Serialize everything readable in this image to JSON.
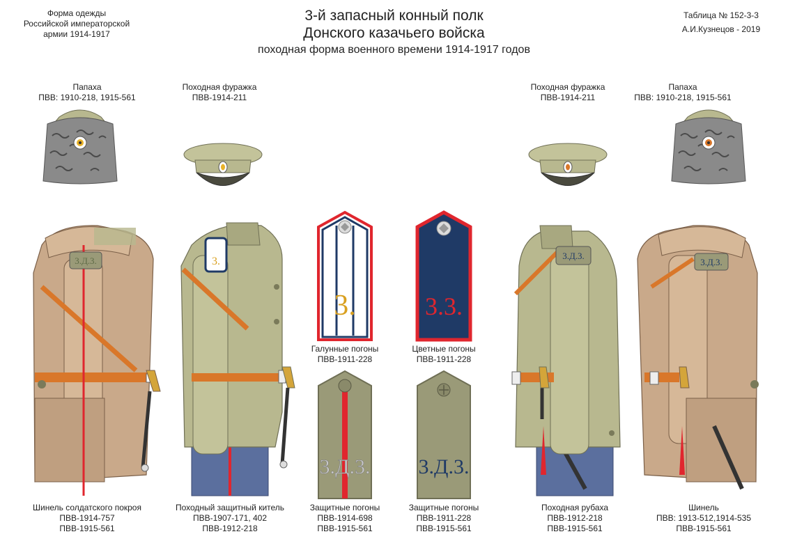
{
  "header": {
    "left": [
      "Форма одежды",
      "Российской императорской",
      "армии  1914-1917"
    ],
    "title_line1": "3-й запасный конный полк",
    "title_line2": "Донского казачьего войска",
    "subtitle": "походная форма военного времени 1914-1917 годов",
    "right_line1": "Таблица № 152-3-3",
    "right_line2": "А.И.Кузнецов - 2019"
  },
  "headgear": {
    "papakha_left": [
      "Папаха",
      "ПВВ: 1910-218, 1915-561"
    ],
    "cap_left": [
      "Походная фуражка",
      "ПВВ-1914-211"
    ],
    "cap_right": [
      "Походная фуражка",
      "ПВВ-1914-211"
    ],
    "papakha_right": [
      "Папаха",
      "ПВВ: 1910-218, 1915-561"
    ]
  },
  "shoulder_boards": {
    "galloon_text": "3.",
    "galloon_caption": [
      "Галунные погоны",
      "ПВВ-1911-228"
    ],
    "colored_text": "3.3.",
    "colored_caption": [
      "Цветные погоны",
      "ПВВ-1911-228"
    ],
    "field1_text": "3.Д.3.",
    "field1_caption": [
      "Защитные погоны",
      "ПВВ-1914-698",
      "ПВВ-1915-561"
    ],
    "field2_text": "3.Д.3.",
    "field2_caption": [
      "Защитные  погоны",
      "ПВВ-1911-228",
      "ПВВ-1915-561"
    ]
  },
  "figures": {
    "greatcoat_left_board": "3.Д.3.",
    "greatcoat_left": [
      "Шинель солдатского покроя",
      "ПВВ-1914-757",
      "ПВВ-1915-561"
    ],
    "kitel_board": "3.",
    "kitel": [
      "Походный защитный китель",
      "ПВВ-1907-171, 402",
      "ПВВ-1912-218"
    ],
    "rubakha_board": "3.Д.3.",
    "rubakha": [
      "Походная рубаха",
      "ПВВ-1912-218",
      "ПВВ-1915-561"
    ],
    "greatcoat_right_board": "3.Д.3.",
    "greatcoat_right": [
      "Шинель",
      "ПВВ: 1913-512,1914-535",
      "ПВВ-1915-561"
    ]
  },
  "colors": {
    "khaki": "#b8b88f",
    "greatcoat": "#c9a98a",
    "belt": "#d9772a",
    "trousers": "#5b6f9e",
    "red": "#e0262e",
    "navy": "#1f3a66",
    "papakha": "#8a8a8a"
  },
  "icons": [
    "cockade-icon",
    "double-eagle-icon",
    "button-icon",
    "sword-knot-icon"
  ]
}
